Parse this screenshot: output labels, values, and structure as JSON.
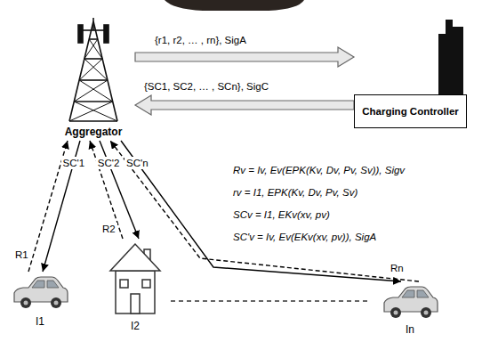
{
  "diagram": {
    "nodes": [
      {
        "text": [
          "Aggregator"
        ]
      },
      {
        "text": [
          "Charging Controller"
        ]
      },
      {
        "text": [
          "I1"
        ]
      },
      {
        "text": [
          "I2"
        ]
      },
      {
        "text": [
          "In"
        ]
      }
    ],
    "edges": [
      {
        "from": 0,
        "to": 1,
        "arrow": "to",
        "label": "{r1, r2, … , rn}, SigA"
      },
      {
        "from": 1,
        "to": 0,
        "arrow": "to",
        "label": "{SC1, SC2, … , SCn}, SigC"
      },
      {
        "from": 0,
        "to": 2,
        "arrow": "to",
        "label": "SC'1"
      },
      {
        "from": 2,
        "to": 0,
        "arrow": "to",
        "label": "R1"
      },
      {
        "from": 0,
        "to": 3,
        "arrow": "to",
        "label": "SC'2"
      },
      {
        "from": 3,
        "to": 0,
        "arrow": "to",
        "label": "R2"
      },
      {
        "from": 0,
        "to": 4,
        "arrow": "to",
        "label": "SC'n"
      },
      {
        "from": 4,
        "to": 0,
        "arrow": "to",
        "label": "Rn"
      }
    ],
    "labels": [
      "Rv = Iv, Ev(EPK(Kv, Dv, Pv, Sv)), Sigv",
      "rv = I1, EPK(Kv, Dv, Pv, Sv)",
      "SCv = I1, EKv(xv, pv)",
      "SC'v = Iv, Ev(EKv(xv, pv)), SigA"
    ]
  }
}
